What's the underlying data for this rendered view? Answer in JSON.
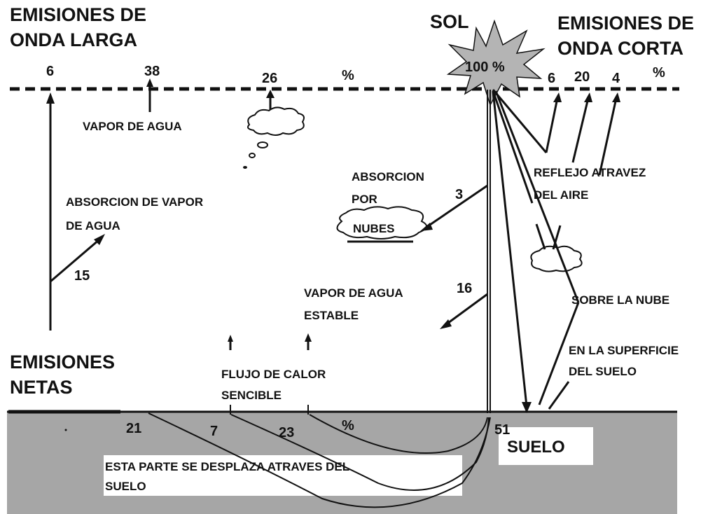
{
  "headers": {
    "longwave": [
      "EMISIONES DE",
      "ONDA LARGA"
    ],
    "sun": "SOL",
    "shortwave": [
      "EMISIONES DE",
      "ONDA CORTA"
    ],
    "sun_percent": "100 %",
    "net_emissions": [
      "EMISIONES",
      "NETAS"
    ]
  },
  "top_values": {
    "lw_6": "6",
    "lw_38": "38",
    "lw_26": "26",
    "lw_pct": "%",
    "sw_6": "6",
    "sw_20": "20",
    "sw_4": "4",
    "sw_pct": "%"
  },
  "labels": {
    "water_vapor": "VAPOR DE AGUA",
    "vapor_absorption": [
      "ABSORCION DE VAPOR",
      "DE  AGUA"
    ],
    "vapor_absorption_value": "15",
    "cloud_absorption": [
      "ABSORCION",
      "POR"
    ],
    "clouds": "NUBES",
    "cloud_absorption_value": "3",
    "reflection": [
      "REFLEJO ATRAVEZ",
      "DEL AIRE"
    ],
    "stable_vapor": [
      "VAPOR DE AGUA",
      "ESTABLE"
    ],
    "stable_vapor_value": "16",
    "above_cloud": "SOBRE LA NUBE",
    "ground_surface": [
      "EN LA SUPERFICIE",
      "DEL SUELO"
    ],
    "sensible_heat": [
      "FLUJO DE CALOR",
      "SENCIBLE"
    ]
  },
  "ground": {
    "v21": "21",
    "v7": "7",
    "v23": "23",
    "pct": "%",
    "v51": "51",
    "soil": "SUELO",
    "moves_through_soil": [
      "ESTA PARTE SE DESPLAZA ATRAVES DEL",
      "SUELO"
    ]
  },
  "colors": {
    "ground_fill": "#a6a6a6",
    "sun_fill": "#b4b4b4",
    "ink": "#111111"
  }
}
